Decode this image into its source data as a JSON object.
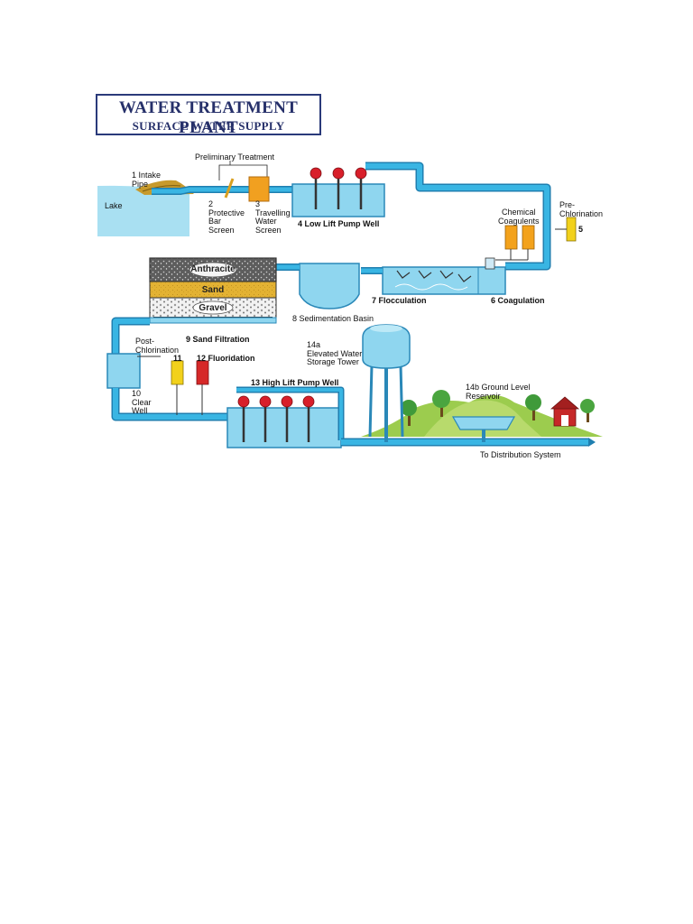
{
  "title": {
    "main": "WATER TREATMENT PLANT",
    "subtitle": "SURFACE WATER SUPPLY"
  },
  "labels": {
    "lake": "Lake",
    "intake": "1 Intake\nPipe",
    "preliminary": "Preliminary Treatment",
    "bar_screen": "2\nProtective\nBar\nScreen",
    "water_screen": "3\nTravelling\nWater\nScreen",
    "low_lift": "4 Low Lift Pump Well",
    "coagulants": "Chemical\nCoagulents",
    "pre_chlorination": "Pre-\nChlorination",
    "pre_chlor_num": "5",
    "coagulation": "6 Coagulation",
    "flocculation": "7 Flocculation",
    "sedimentation": "8 Sedimentation Basin",
    "filter_anthracite": "Anthracite",
    "filter_sand": "Sand",
    "filter_gravel": "Gravel",
    "sand_filtration": "9 Sand Filtration",
    "post_chlorination": "Post-\nChlorination",
    "clear_well": "10\nClear\nWell",
    "num_11": "11",
    "fluoridation": "12 Fluoridation",
    "high_lift": "13 High Lift Pump Well",
    "tower": "14a\nElevated Water\nStorage Tower",
    "reservoir": "14b Ground Level\nReservoir",
    "distribution": "To Distribution System"
  },
  "colors": {
    "pipe": "#39b5e3",
    "pipe_edge": "#1f7fb0",
    "tank": "#8fd6ef",
    "tank_edge": "#2a88b8",
    "pump": "#d81f2a",
    "coagulant": "#f3a21c",
    "chlorine": "#f2d11b",
    "fluoride": "#d62828",
    "sand": "#e0b030",
    "grass": "#8cc542",
    "tree": "#3f9a3a",
    "lake": "#9fdcf0"
  }
}
